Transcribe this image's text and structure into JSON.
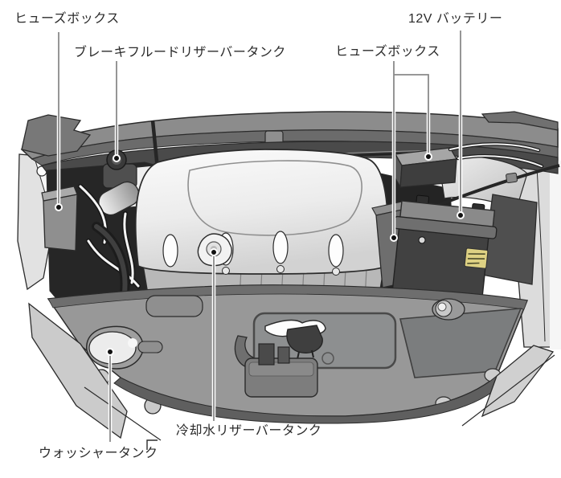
{
  "diagram": {
    "type": "engine-compartment-callout-diagram",
    "labels": {
      "fuse_box_left": "ヒューズボックス",
      "brake_fluid_reservoir_tank": "ブレーキフルードリザーバータンク",
      "fuse_box_right": "ヒューズボックス",
      "battery_12v": "12V バッテリー",
      "coolant_reservoir_tank": "冷却水リザーバータンク",
      "washer_tank": "ウォッシャータンク"
    },
    "colors": {
      "label_text": "#2b2b2b",
      "leader_line": "#8a8a8a",
      "leader_line_casing": "#ffffff",
      "leader_dot": "#111111",
      "outline": "#2b2b2b",
      "hood_gray": "#8c8c8c",
      "cowl_gray": "#4a4a4a",
      "panel_gray": "#989898",
      "cavity_dark": "#262626",
      "battery_body": "#414141",
      "battery_warning_label_yellow": "#ded183"
    }
  }
}
